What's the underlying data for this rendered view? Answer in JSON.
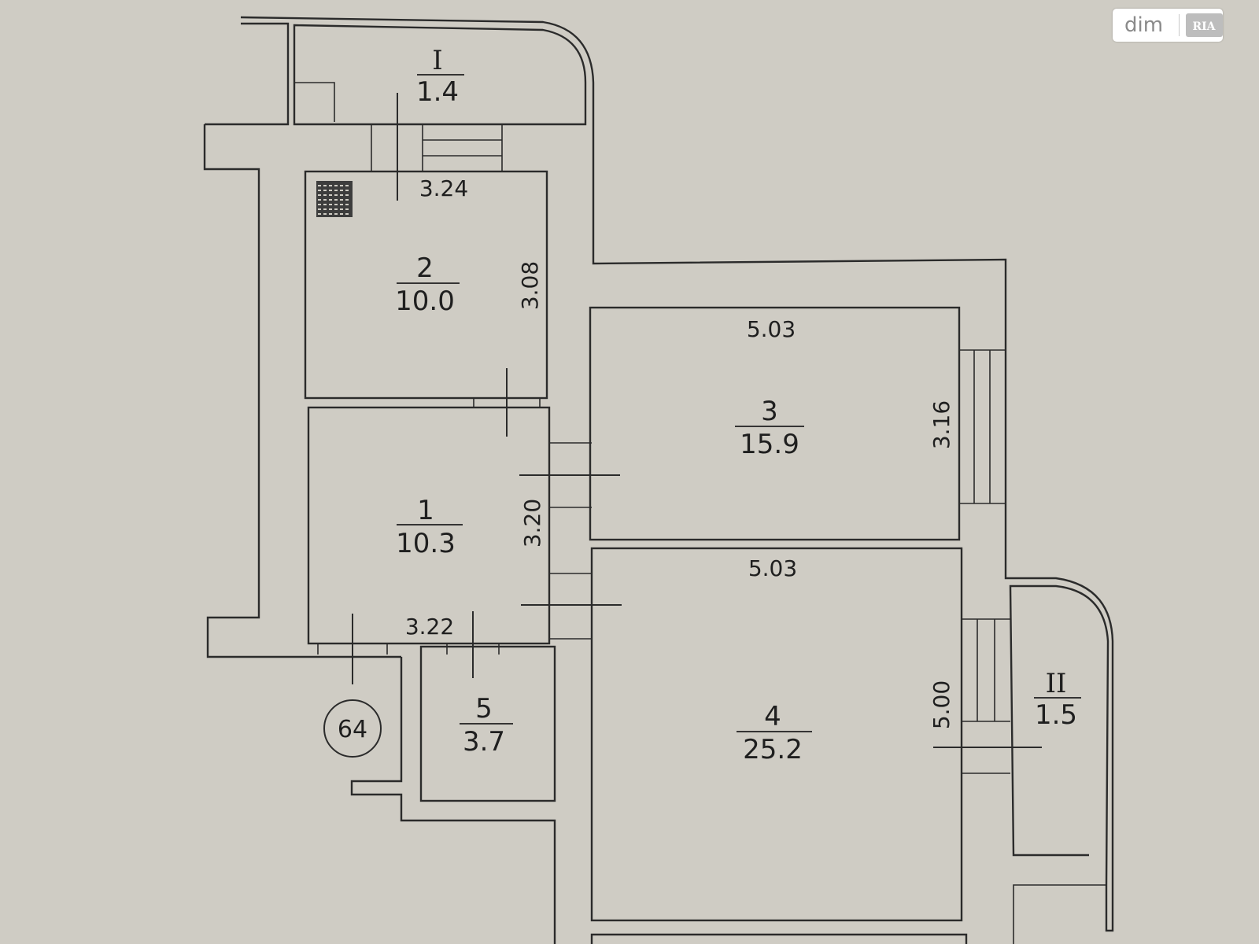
{
  "rooms": {
    "r1": {
      "num": "1",
      "area": "10.3"
    },
    "r2": {
      "num": "2",
      "area": "10.0"
    },
    "r3": {
      "num": "3",
      "area": "15.9"
    },
    "r4": {
      "num": "4",
      "area": "25.2"
    },
    "r5": {
      "num": "5",
      "area": "3.7"
    },
    "balc1": {
      "num": "I",
      "area": "1.4"
    },
    "balc2": {
      "num": "II",
      "area": "1.5"
    }
  },
  "dimensions": {
    "r2_width": "3.24",
    "r2_height": "3.08",
    "r3_width": "5.03",
    "r3_height": "3.16",
    "r4_width": "5.03",
    "r4_height": "5.00",
    "r1_width": "3.22",
    "r1_height": "3.20"
  },
  "apartment_number": "64",
  "watermark": {
    "text": "dim",
    "logo": "RIA"
  },
  "colors": {
    "paper": "#cfccc4",
    "ink": "#2b2b2b",
    "watermark_bg": "#ffffff"
  }
}
